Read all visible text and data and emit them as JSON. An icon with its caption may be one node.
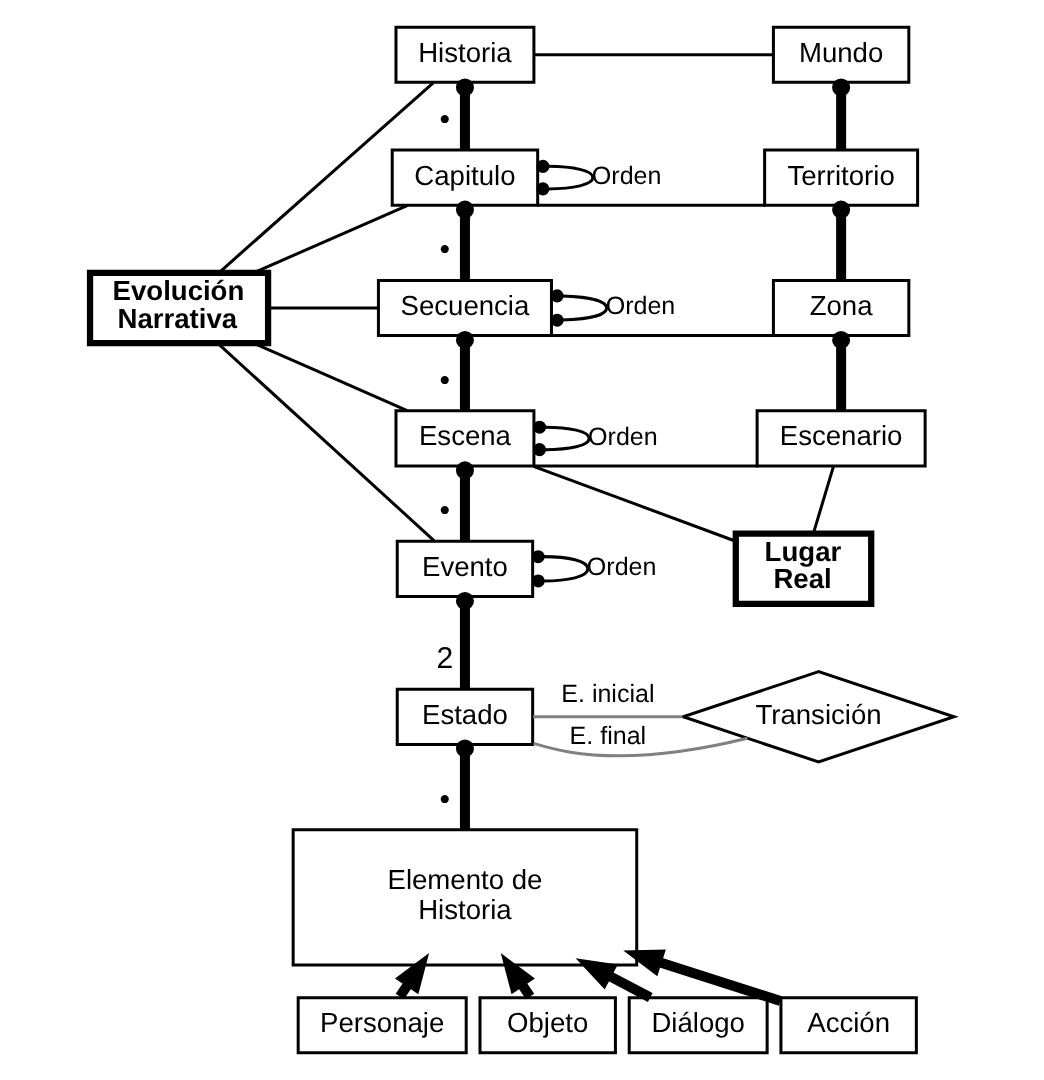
{
  "diagram": {
    "nodes": [
      {
        "text": [
          "Historia"
        ]
      },
      {
        "text": [
          "Mundo"
        ]
      },
      {
        "text": [
          "Capitulo"
        ]
      },
      {
        "text": [
          "Territorio"
        ]
      },
      {
        "text": [
          "Evolución Narrativa"
        ]
      },
      {
        "text": [
          "Secuencia"
        ]
      },
      {
        "text": [
          "Zona"
        ]
      },
      {
        "text": [
          "Escena"
        ]
      },
      {
        "text": [
          "Escenario"
        ]
      },
      {
        "text": [
          "Lugar Real"
        ]
      },
      {
        "text": [
          "Evento"
        ]
      },
      {
        "text": [
          "Estado"
        ]
      },
      {
        "text": [
          "Transición"
        ]
      },
      {
        "text": [
          "Elemento de Historia"
        ]
      },
      {
        "text": [
          "Personaje"
        ]
      },
      {
        "text": [
          "Objeto"
        ]
      },
      {
        "text": [
          "Diálogo"
        ]
      },
      {
        "text": [
          "Acción"
        ]
      }
    ],
    "edges": [
      {
        "from": 0,
        "to": 1,
        "arrow": "none"
      },
      {
        "from": 0,
        "to": 2,
        "arrow": "other",
        "style": "thick",
        "label": "•"
      },
      {
        "from": 2,
        "to": 2,
        "arrow": "other",
        "label": "Orden"
      },
      {
        "from": 1,
        "to": 3,
        "arrow": "other",
        "style": "thick"
      },
      {
        "from": 2,
        "to": 3,
        "arrow": "none"
      },
      {
        "from": 4,
        "to": 0,
        "arrow": "none"
      },
      {
        "from": 4,
        "to": 2,
        "arrow": "none"
      },
      {
        "from": 4,
        "to": 5,
        "arrow": "none"
      },
      {
        "from": 4,
        "to": 7,
        "arrow": "none"
      },
      {
        "from": 4,
        "to": 10,
        "arrow": "none"
      },
      {
        "from": 2,
        "to": 5,
        "arrow": "other",
        "style": "thick",
        "label": "•"
      },
      {
        "from": 5,
        "to": 5,
        "arrow": "other",
        "label": "Orden"
      },
      {
        "from": 5,
        "to": 6,
        "arrow": "none"
      },
      {
        "from": 3,
        "to": 6,
        "arrow": "other",
        "style": "thick"
      },
      {
        "from": 5,
        "to": 7,
        "arrow": "other",
        "style": "thick",
        "label": "•"
      },
      {
        "from": 7,
        "to": 7,
        "arrow": "other",
        "label": "Orden"
      },
      {
        "from": 7,
        "to": 8,
        "arrow": "none"
      },
      {
        "from": 6,
        "to": 8,
        "arrow": "other",
        "style": "thick"
      },
      {
        "from": 7,
        "to": 9,
        "arrow": "none"
      },
      {
        "from": 8,
        "to": 9,
        "arrow": "none"
      },
      {
        "from": 7,
        "to": 10,
        "arrow": "other",
        "style": "thick",
        "label": "•"
      },
      {
        "from": 10,
        "to": 10,
        "arrow": "other",
        "label": "Orden"
      },
      {
        "from": 10,
        "to": 11,
        "arrow": "other",
        "style": "thick",
        "label": "2"
      },
      {
        "from": 11,
        "to": 12,
        "arrow": "none",
        "label": "E. inicial",
        "color": "#808080"
      },
      {
        "from": 11,
        "to": 12,
        "arrow": "none",
        "label": "E. final",
        "color": "#808080"
      },
      {
        "from": 11,
        "to": 13,
        "arrow": "other",
        "style": "thick",
        "label": "•"
      },
      {
        "from": 14,
        "to": 13,
        "arrow": "to",
        "style": "thick"
      },
      {
        "from": 15,
        "to": 13,
        "arrow": "to",
        "style": "thick"
      },
      {
        "from": 16,
        "to": 13,
        "arrow": "to",
        "style": "thick"
      },
      {
        "from": 17,
        "to": 13,
        "arrow": "to",
        "style": "thick"
      }
    ]
  }
}
